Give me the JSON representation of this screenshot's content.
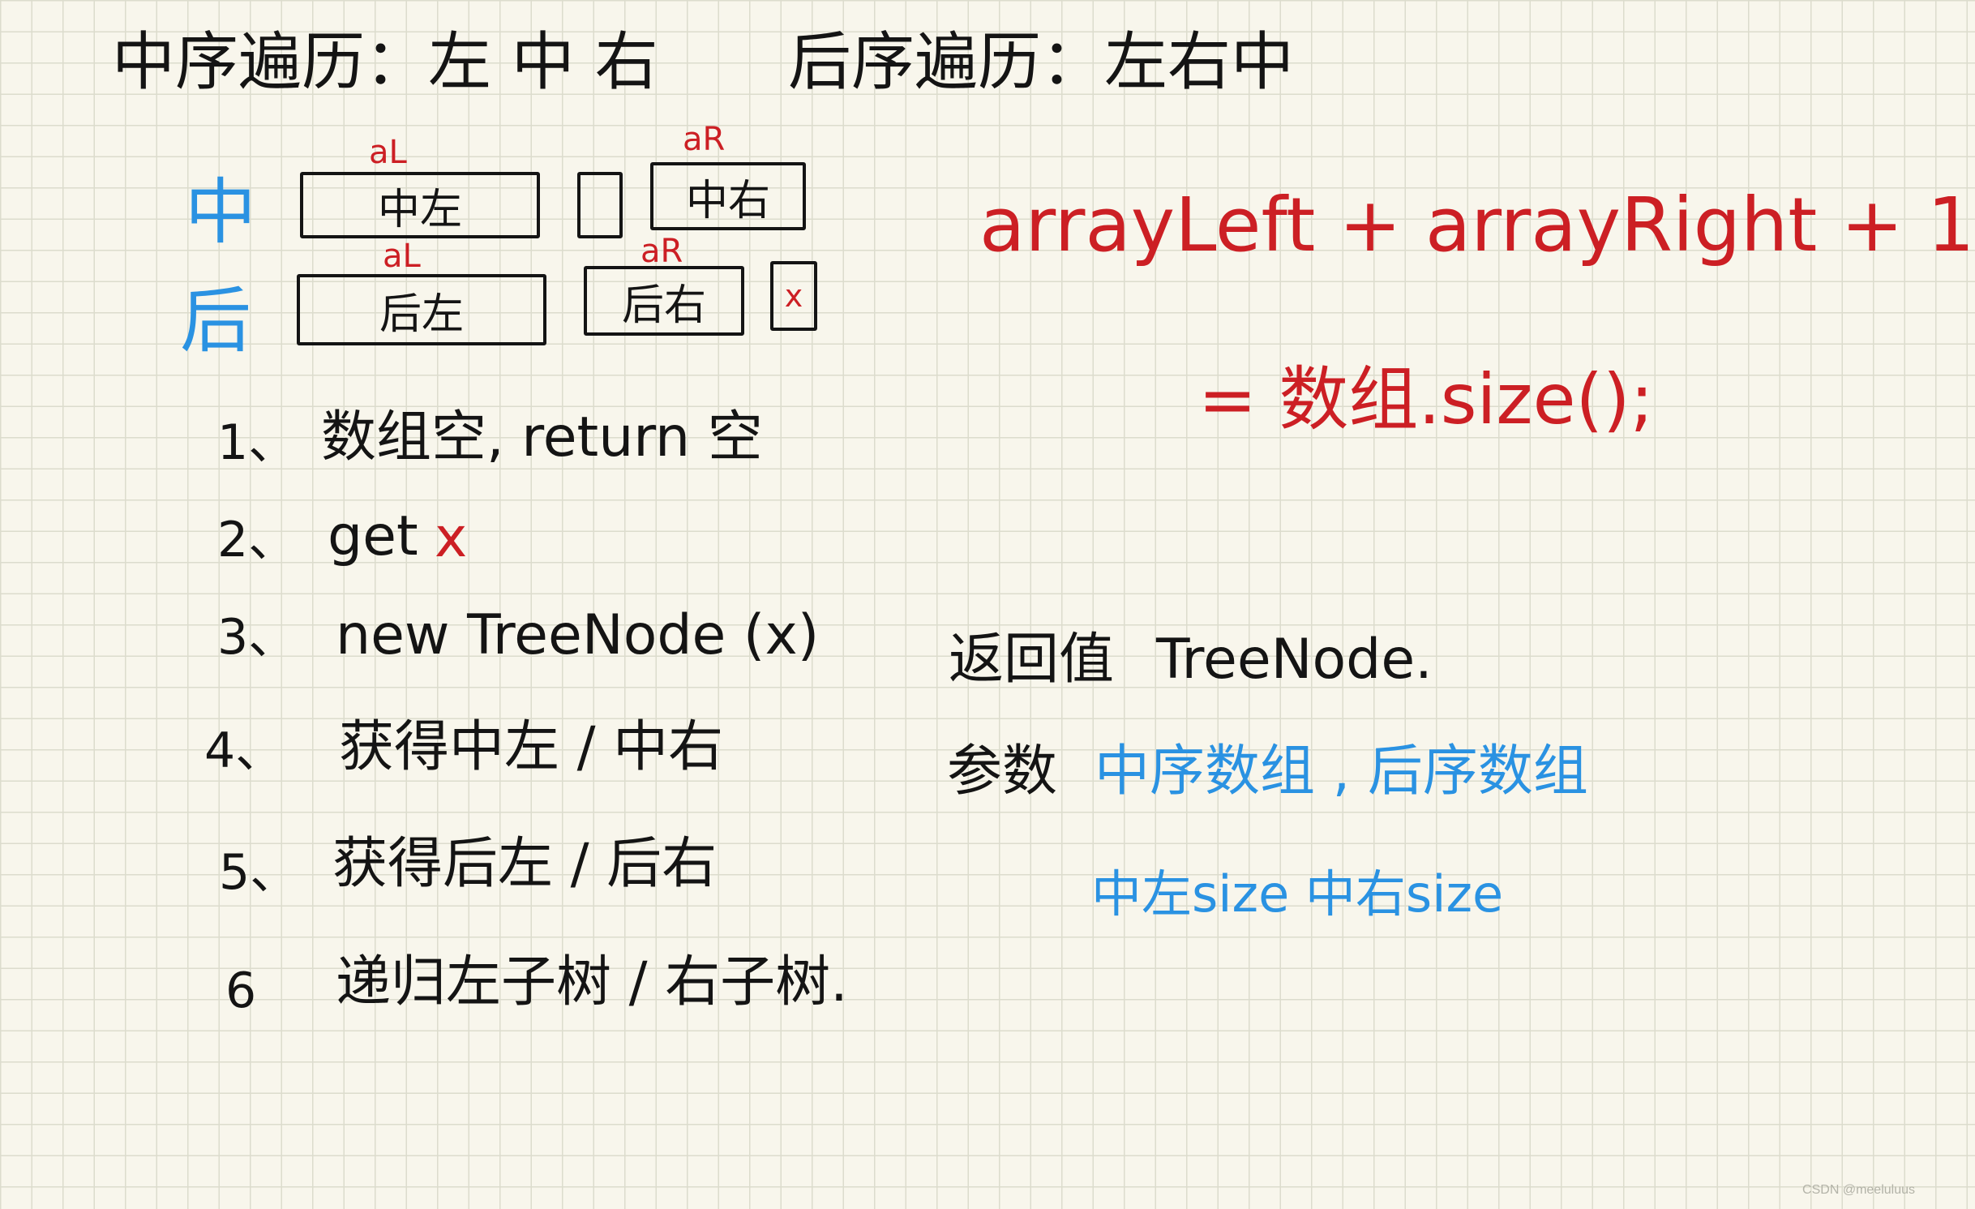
{
  "heading": {
    "inorder": "中序遍历：左 中 右",
    "postorder": "后序遍历：左右中"
  },
  "diagram": {
    "row_in_label": "中",
    "row_post_label": "后",
    "in_left_label": "aL",
    "in_right_label": "aR",
    "post_left_label": "aL",
    "post_right_label": "aR",
    "in_left_box": "中左",
    "in_mid_box": "",
    "in_right_box": "中右",
    "post_left_box": "后左",
    "post_right_box": "后右",
    "post_root_box": "x"
  },
  "formula": {
    "line1": "arrayLeft + arrayRight + 1",
    "line2": "= 数组.size();"
  },
  "steps": [
    {
      "num": "1、",
      "text": "数组空, return 空"
    },
    {
      "num": "2、",
      "text": "get",
      "extra": "x"
    },
    {
      "num": "3、",
      "text": "new TreeNode (x)"
    },
    {
      "num": "4、",
      "text": "获得中左 / 中右"
    },
    {
      "num": "5、",
      "text": "获得后左 / 后右"
    },
    {
      "num": "6",
      "text": "递归左子树 / 右子树."
    }
  ],
  "signature": {
    "return_label": "返回值",
    "return_value": "TreeNode.",
    "params_label": "参数",
    "params_line1": "中序数组 , 后序数组",
    "params_line2": "中左size 中右size"
  },
  "watermark": "CSDN @meeluluus"
}
